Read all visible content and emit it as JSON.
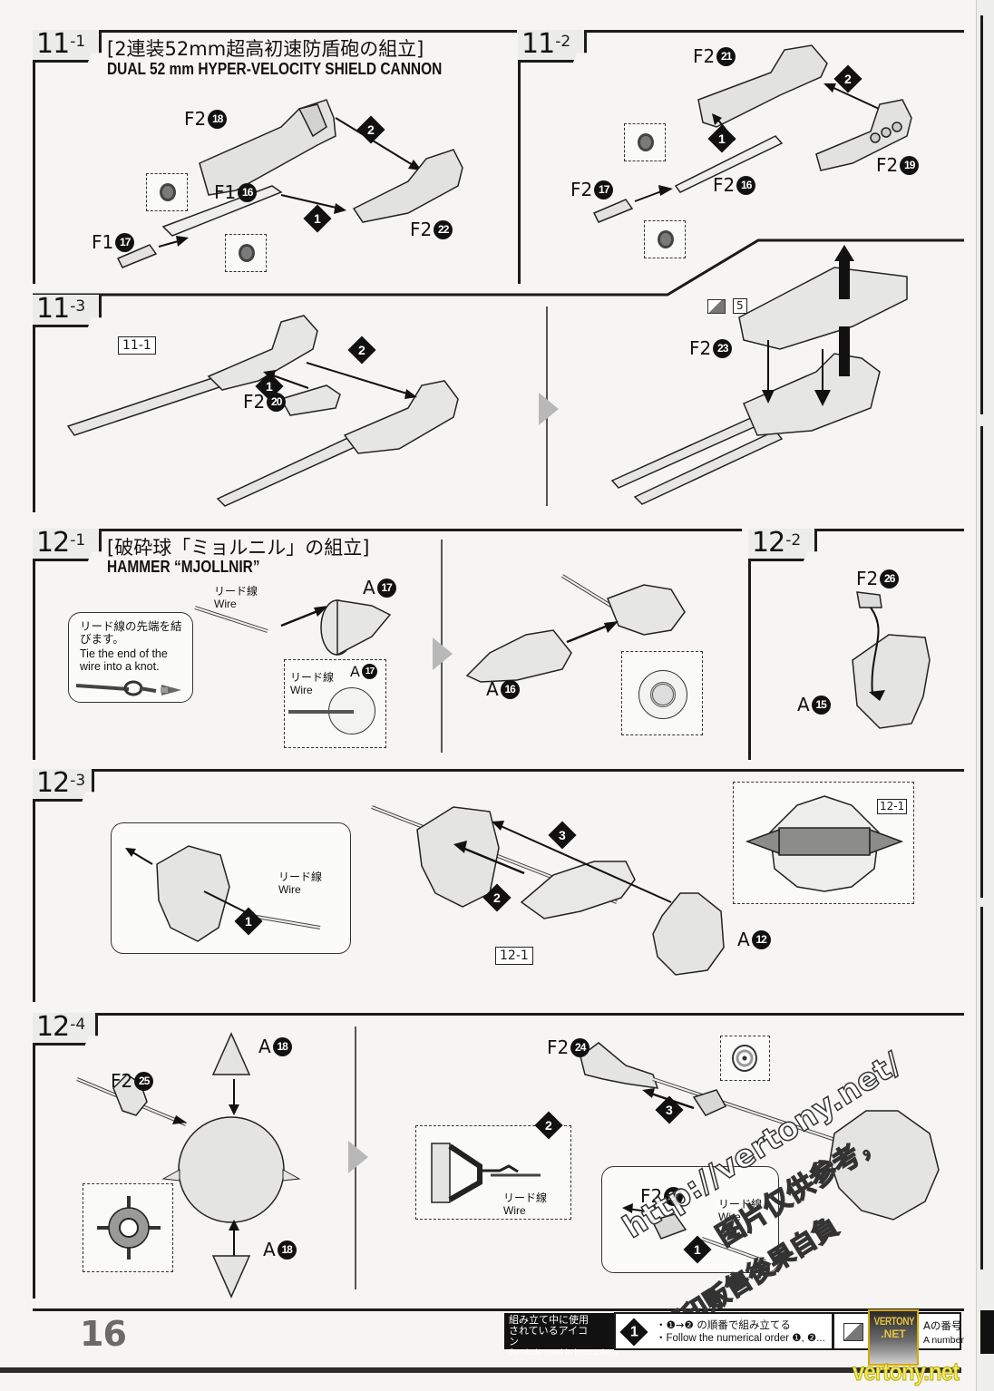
{
  "page": {
    "number": "16"
  },
  "steps": {
    "s11_1": {
      "num": "11",
      "sub": "-1",
      "title_jp": "[2連装52mm超高初速防盾砲の組立]",
      "title_en": "DUAL 52 mm HYPER-VELOCITY SHIELD CANNON",
      "parts": [
        {
          "runner": "F2",
          "no": "18"
        },
        {
          "runner": "F1",
          "no": "16"
        },
        {
          "runner": "F1",
          "no": "17"
        },
        {
          "runner": "F2",
          "no": "22"
        }
      ],
      "orders": [
        "1",
        "2"
      ]
    },
    "s11_2": {
      "num": "11",
      "sub": "-2",
      "parts": [
        {
          "runner": "F2",
          "no": "21"
        },
        {
          "runner": "F2",
          "no": "19"
        },
        {
          "runner": "F2",
          "no": "17"
        },
        {
          "runner": "F2",
          "no": "16"
        }
      ],
      "orders": [
        "1",
        "2"
      ]
    },
    "s11_3": {
      "num": "11",
      "sub": "-3",
      "ref": "11-1",
      "parts": [
        {
          "runner": "F2",
          "no": "20"
        },
        {
          "runner": "F2",
          "no": "23"
        }
      ],
      "sticker_no": "5",
      "orders": [
        "1",
        "2"
      ]
    },
    "s12_1": {
      "num": "12",
      "sub": "-1",
      "title_jp": "[破砕球「ミョルニル」の組立]",
      "title_en": "HAMMER “MJOLLNIR”",
      "wire_jp": "リード線",
      "wire_en": "Wire",
      "knot_note_jp": "リード線の先端を結びます。",
      "knot_note_en": "Tie the end of the wire into a knot.",
      "parts": [
        {
          "runner": "A",
          "no": "17"
        },
        {
          "runner": "A",
          "no": "17"
        },
        {
          "runner": "A",
          "no": "16"
        }
      ]
    },
    "s12_2": {
      "num": "12",
      "sub": "-2",
      "parts": [
        {
          "runner": "F2",
          "no": "26"
        },
        {
          "runner": "A",
          "no": "15"
        }
      ]
    },
    "s12_3": {
      "num": "12",
      "sub": "-3",
      "wire_jp": "リード線",
      "wire_en": "Wire",
      "ref": "12-1",
      "parts": [
        {
          "runner": "A",
          "no": "12"
        }
      ],
      "orders": [
        "1",
        "2",
        "3"
      ]
    },
    "s12_4": {
      "num": "12",
      "sub": "-4",
      "wire_jp": "リード線",
      "wire_en": "Wire",
      "parts": [
        {
          "runner": "A",
          "no": "18"
        },
        {
          "runner": "F2",
          "no": "25"
        },
        {
          "runner": "A",
          "no": "18"
        },
        {
          "runner": "F2",
          "no": "24"
        },
        {
          "runner": "F2",
          "no": "27"
        }
      ],
      "orders": [
        "1",
        "2",
        "3"
      ]
    }
  },
  "footer": {
    "legend_title_jp": "組み立て中に使用されているアイコン",
    "legend_title_en": "Symbols used in instructions",
    "order_icon_num": "1",
    "order_desc_jp": "・❶→❷ の順番で組み立てる",
    "order_desc_en": "・Follow the numerical order ❶, ❷...",
    "sticker_desc_jp": "Aの番号",
    "sticker_desc_en": "A number"
  },
  "watermarks": {
    "url": "http://vertony.net/",
    "cn_line1": "图片仅供参考，",
    "cn_line2": "翻印贩售後果自負",
    "logo_top": "VERTONY",
    "logo_bottom": ".NET",
    "site": "vertony.net"
  }
}
